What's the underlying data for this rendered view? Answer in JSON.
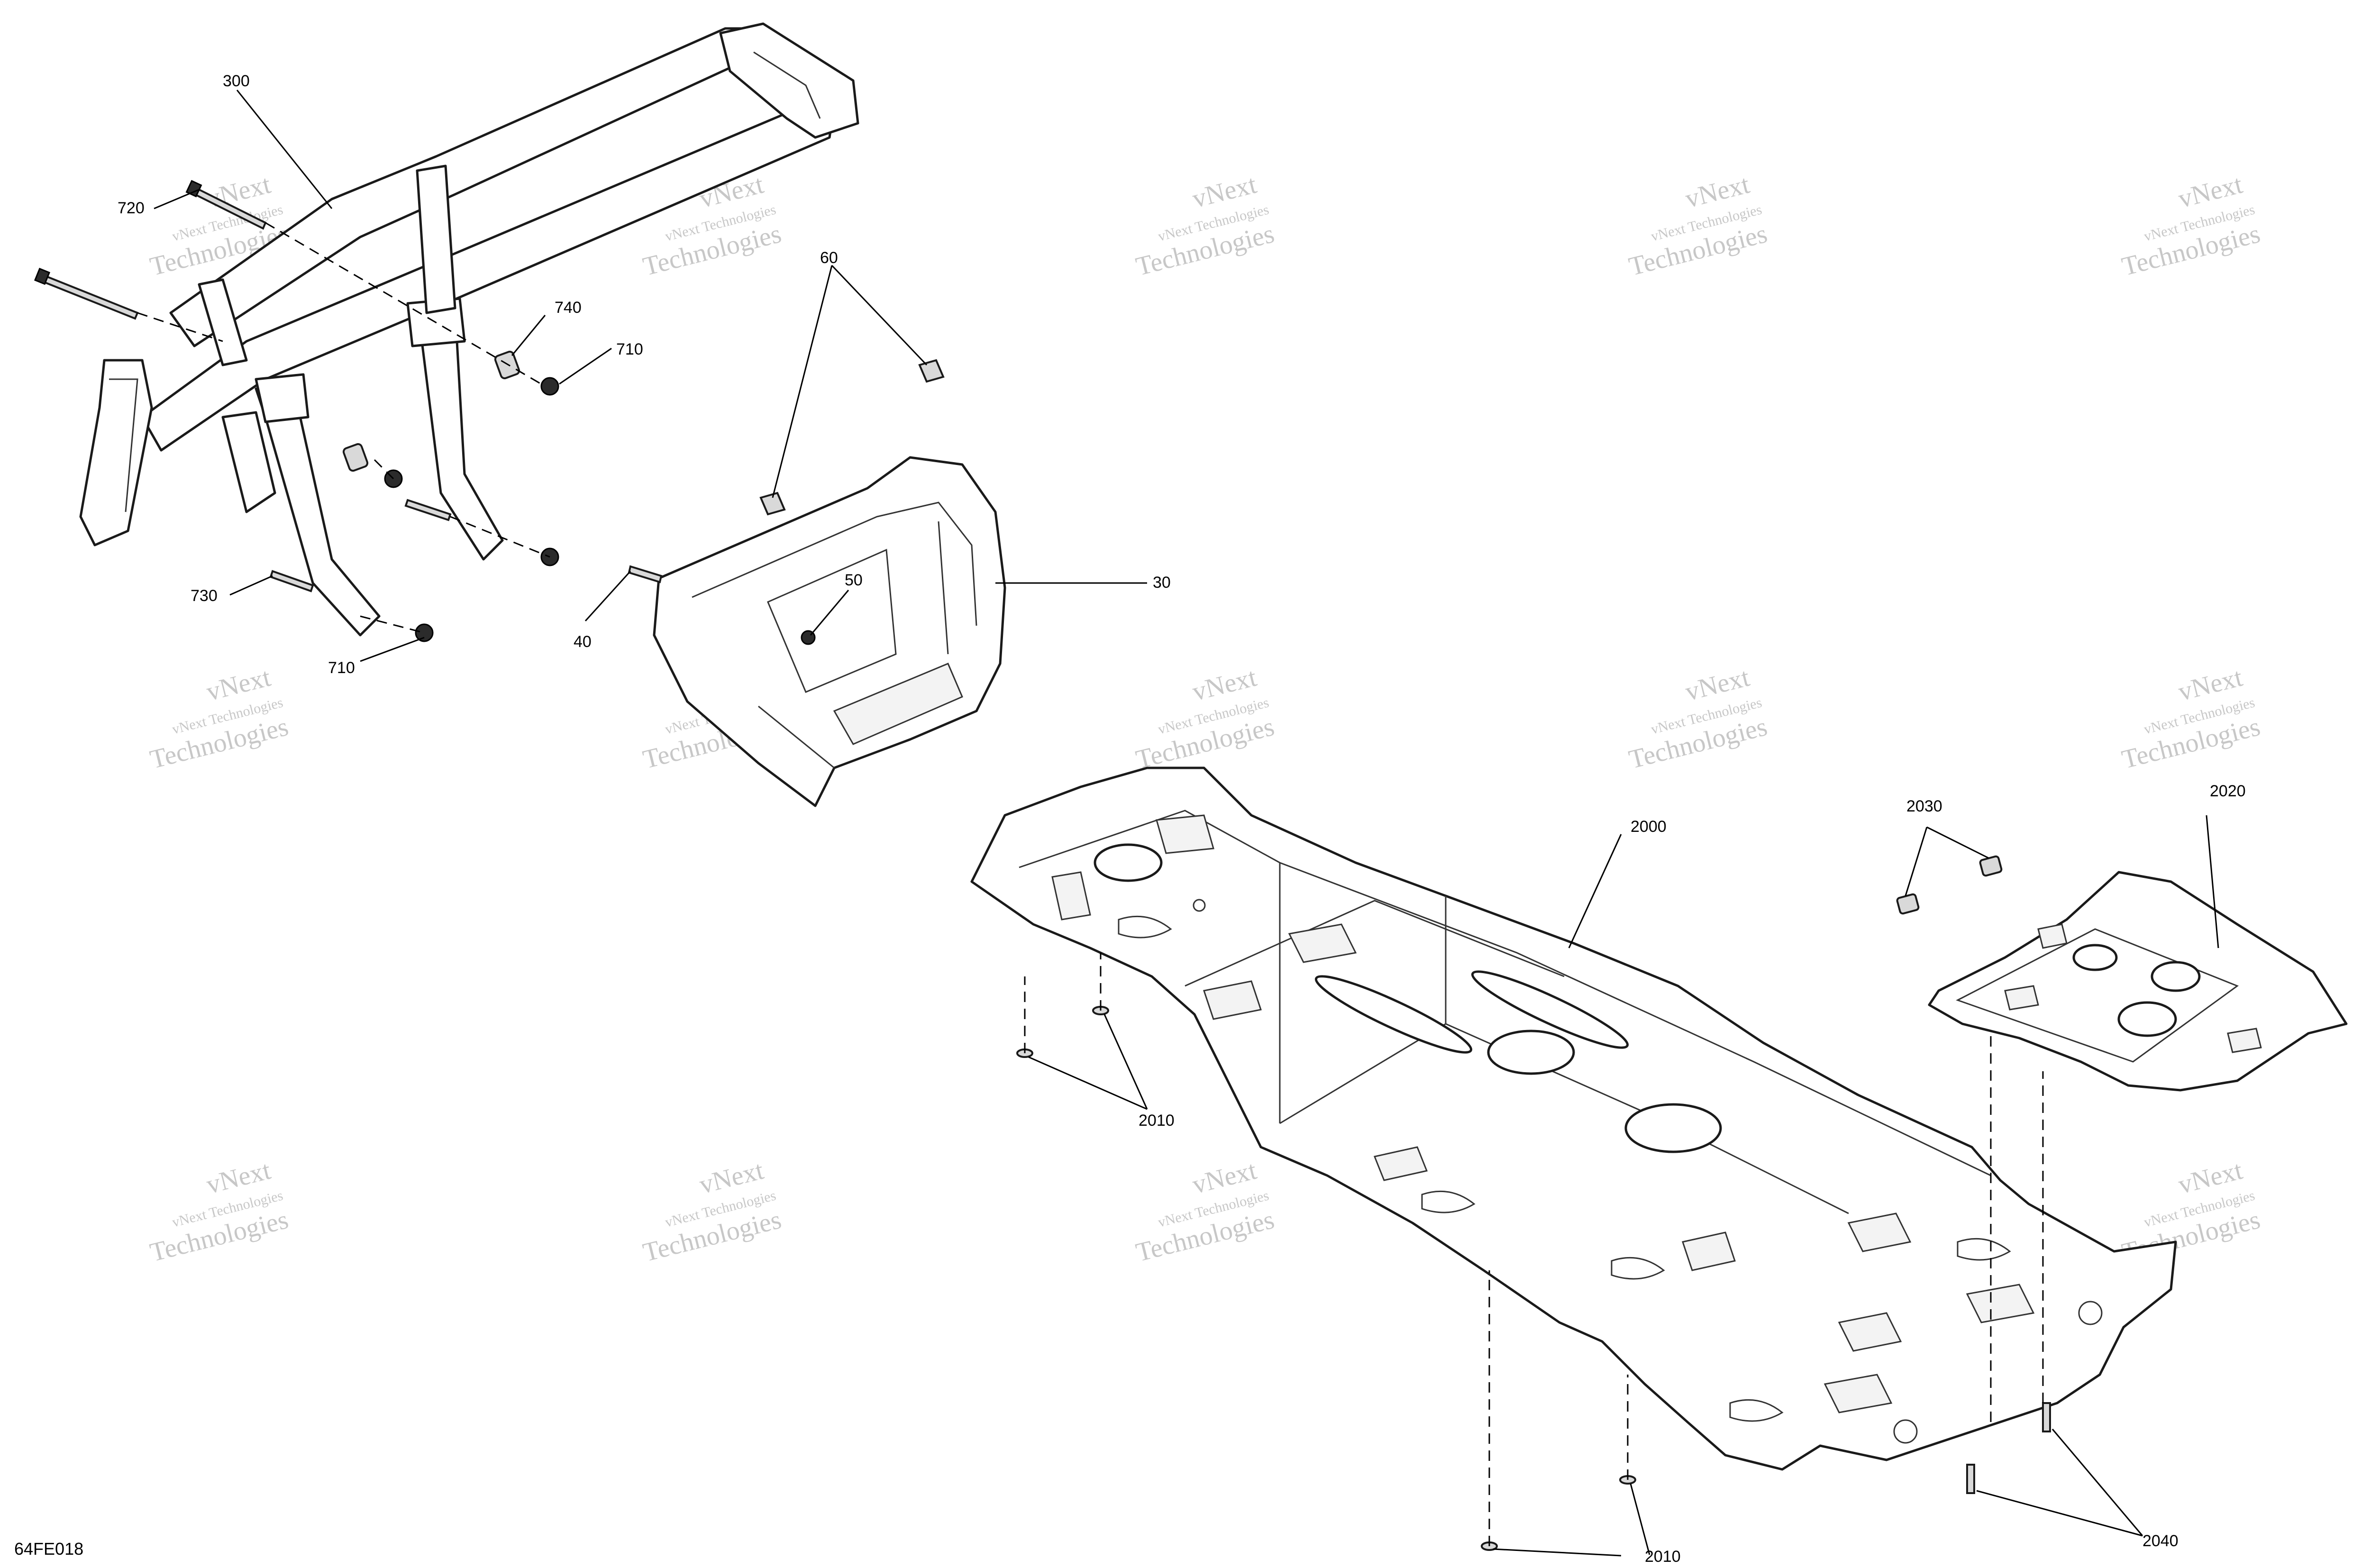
{
  "callouts": {
    "c300": "300",
    "c720": "720",
    "c740": "740",
    "c710a": "710",
    "c710b": "710",
    "c730": "730",
    "c60": "60",
    "c50": "50",
    "c30": "30",
    "c40": "40",
    "c2000": "2000",
    "c2010a": "2010",
    "c2010b": "2010",
    "c2020": "2020",
    "c2030": "2030",
    "c2040": "2040"
  },
  "watermark": {
    "line1": "vNext Technologies",
    "line2": "Technologies",
    "overlay": "vNext"
  },
  "reference_code": "64FE018",
  "colors": {
    "line": "#1a1a1a",
    "watermark": "#9a9a9a",
    "background": "#ffffff"
  }
}
